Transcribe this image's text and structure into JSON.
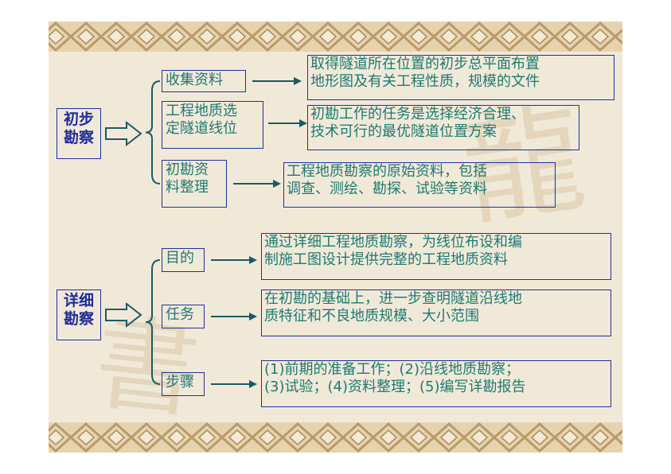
{
  "prelim": {
    "label": "初步\n勘察",
    "items": [
      {
        "name": "收集资料",
        "desc": "取得隧道所在位置的初步总平面布置\n地形图及有关工程性质，规模的文件"
      },
      {
        "name": "工程地质选\n定隧道线位",
        "desc": "初勘工作的任务是选择经济合理、\n技术可行的最优隧道位置方案"
      },
      {
        "name": "初勘资\n料整理",
        "desc": "工程地质勘察的原始资料，包括\n调查、测绘、勘探、试验等资料"
      }
    ]
  },
  "detail": {
    "label": "详细\n勘察",
    "items": [
      {
        "name": "目的",
        "desc": "通过详细工程地质勘察，为线位布设和编\n制施工图设计提供完整的工程地质资料"
      },
      {
        "name": "任务",
        "desc": "在初勘的基础上，进一步查明隧道沿线地\n质特征和不良地质规模、大小范围"
      },
      {
        "name": "步骤",
        "desc": "(1)前期的准备工作；(2)沿线地质勘察；\n(3)试验；(4)资料整理；(5)编写详勘报告"
      }
    ]
  },
  "colors": {
    "border": "#1f2f9e",
    "text": "#1d7a72",
    "label_text": "#1e2c9a",
    "arrow": "#1a5b63",
    "background": "#f1e9d8",
    "band": "#e6d3ae"
  }
}
